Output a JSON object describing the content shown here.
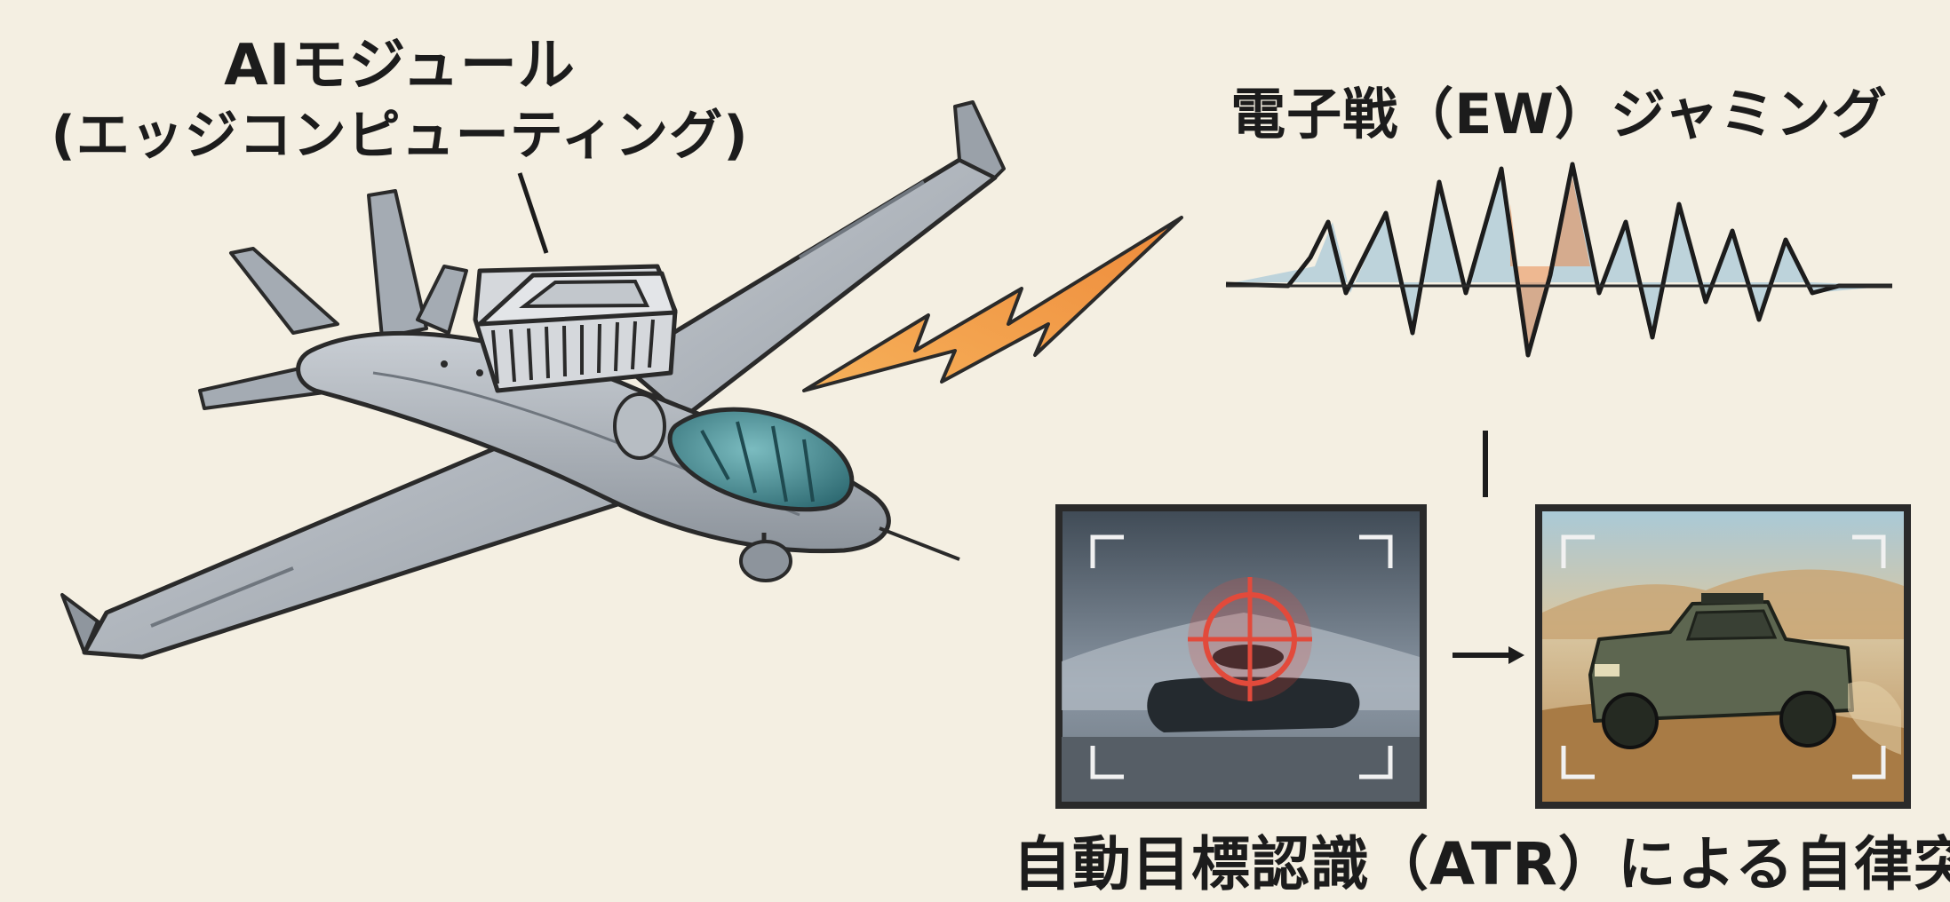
{
  "ai_module": {
    "title": "AIモジュール",
    "subtitle": "(エッジコンピューティング)",
    "icon": "ai-chip-icon"
  },
  "ew": {
    "label": "電子戦（EW）ジャミング",
    "icon": "jamming-waveform-icon"
  },
  "atr": {
    "caption": "自動目標認識（ATR）による自律突入",
    "icons": [
      "targeting-reticle-icon",
      "arrow-right-icon",
      "vehicle-target-icon"
    ]
  },
  "colors": {
    "background": "#f4efe2",
    "drone_body": "#a9b0b8",
    "canopy": "#3f7f86",
    "lightning": "#f0a04a",
    "wave_blue": "#8fbbd6",
    "wave_orange": "#e98a4f",
    "reticle": "#e24a3b",
    "frame": "#3a3a3a"
  }
}
